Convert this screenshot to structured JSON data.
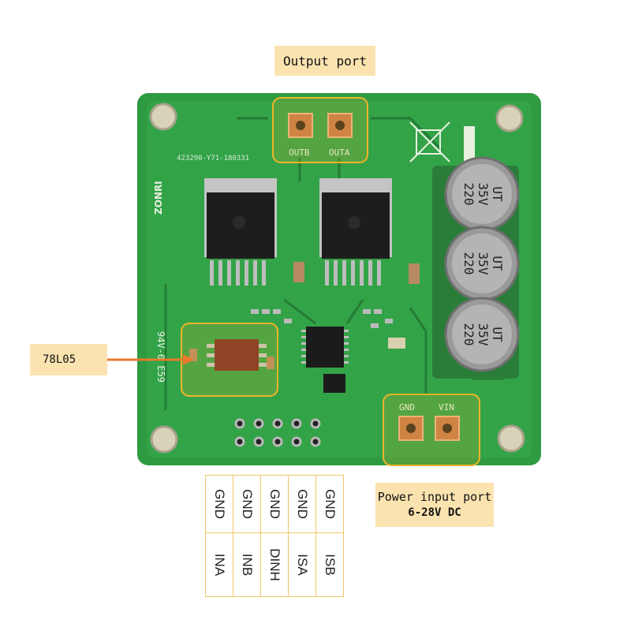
{
  "labels": {
    "output_port": "Output port",
    "ic": "78L05",
    "power_input": "Power input port",
    "power_voltage": "6-28V DC"
  },
  "board": {
    "serial": "423290-Y71-180331",
    "brand": "ZONRI",
    "side_mark": "94V-0 E59",
    "port_out_b": "OUTB",
    "port_out_a": "OUTA",
    "port_gnd": "GND",
    "port_vin": "VIN",
    "capacitor_text": [
      "UT",
      "35V",
      "220"
    ]
  },
  "pinout": {
    "top": [
      "GND",
      "GND",
      "GND",
      "GND",
      "GND"
    ],
    "bottom": [
      "INA",
      "INB",
      "DINH",
      "ISA",
      "ISB"
    ]
  },
  "colors": {
    "pcb": "#2e9a42",
    "pcb_dark": "#1f7a31",
    "highlight": "#f0b429",
    "callout": "#fbe3b0",
    "arrow": "#e87a2c"
  }
}
